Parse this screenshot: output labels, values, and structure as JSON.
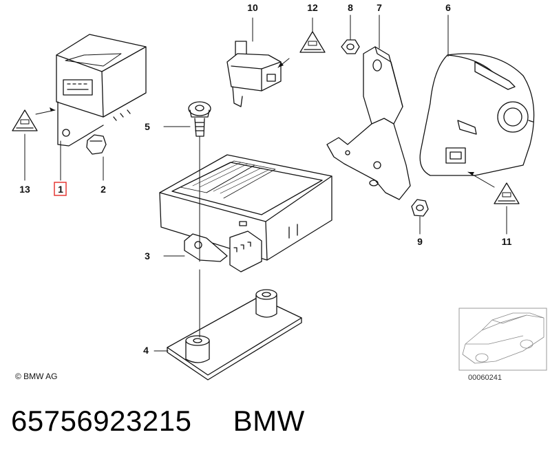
{
  "callouts": {
    "c1": "1",
    "c2": "2",
    "c3": "3",
    "c4": "4",
    "c5": "5",
    "c6": "6",
    "c7": "7",
    "c8": "8",
    "c9": "9",
    "c10": "10",
    "c11": "11",
    "c12": "12",
    "c13": "13"
  },
  "highlighted_callout": "1",
  "copyright": "© BMW AG",
  "diagram_ref": "00060241",
  "footer": {
    "part_number": "65756923215",
    "brand": "BMW"
  },
  "colors": {
    "line": "#111111",
    "highlight": "#e53935",
    "thumb_border": "#999999"
  }
}
